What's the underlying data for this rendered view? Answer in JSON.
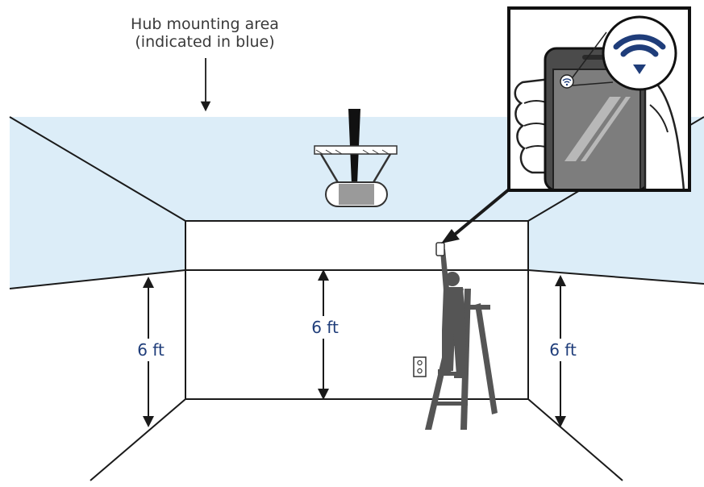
{
  "callout": {
    "line1": "Hub mounting area",
    "line2": "(indicated in blue)"
  },
  "dimensions": {
    "left": "6 ft",
    "center": "6 ft",
    "right": "6 ft"
  },
  "colors": {
    "mounting_area": "#dcedf8",
    "dimension_text": "#1f3d7a",
    "wifi_icon": "#1f3d7a",
    "line": "#1a1a1a",
    "figure": "#555555"
  },
  "icons": {
    "inset": "wifi-icon",
    "device": "smartphone-icon",
    "opener": "garage-door-opener-icon",
    "person": "person-on-ladder-icon",
    "outlet": "wall-outlet-icon"
  }
}
